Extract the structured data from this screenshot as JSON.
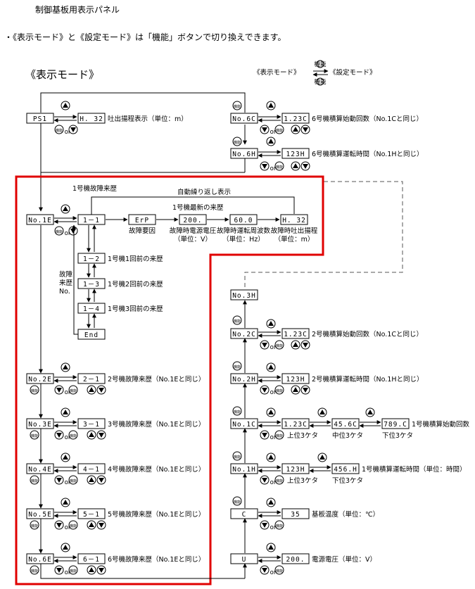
{
  "header": {
    "title": "制御基板用表示パネル",
    "note": "・《表示モード》と《設定モード》は「機能」ボタンで切り換えできます。"
  },
  "modes": {
    "display_title": "《表示モード》",
    "display": "《表示モード》",
    "setting": "《設定モード》",
    "func_key": "機能"
  },
  "common": {
    "or": "or"
  },
  "top_left": {
    "ps1": "PS1",
    "h32": "H. 32",
    "h32_desc": "吐出揚程表示（単位：m）"
  },
  "right_top": {
    "no6c": "No.6C",
    "v6c": "1.23C",
    "d6c": "6号機積算始動回数（No.1Cと同じ）",
    "no6h": "No.6H",
    "v6h": "123H",
    "d6h": "6号機積算運転時間（No.1Hと同じ）"
  },
  "fault": {
    "no1e": "No.1E",
    "h11": "1－1",
    "erp": "ErP",
    "erp_lbl": "故障要因",
    "v200": "200.",
    "v200_lbl": "故障時電源電圧",
    "v200_unit": "（単位：V）",
    "v600": "60.0",
    "v600_lbl": "故障時運転周波数",
    "v600_unit": "（単位：Hz）",
    "h32": "H. 32",
    "h32_lbl": "故障時吐出揚程",
    "h32_unit": "（単位：m）",
    "unit_fault": "1号機故障来歴",
    "auto_repeat": "自動繰り返し表示",
    "latest": "1号機最新の来歴",
    "h12": "1－2",
    "d12": "1号機1回前の来歴",
    "h13": "1－3",
    "d13": "1号機2回前の来歴",
    "h14": "1－4",
    "d14": "1号機3回前の来歴",
    "end": "End",
    "side1": "故障",
    "side2": "来歴",
    "side3": "No."
  },
  "fault_rows": [
    {
      "no": "No.2E",
      "v": "2－1",
      "d": "2号機故障来歴（No.1Eと同じ）"
    },
    {
      "no": "No.3E",
      "v": "3－1",
      "d": "3号機故障来歴（No.1Eと同じ）"
    },
    {
      "no": "No.4E",
      "v": "4－1",
      "d": "4号機故障来歴（No.1Eと同じ）"
    },
    {
      "no": "No.5E",
      "v": "5－1",
      "d": "5号機故障来歴（No.1Eと同じ）"
    },
    {
      "no": "No.6E",
      "v": "6－1",
      "d": "6号機故障来歴（No.1Eと同じ）"
    }
  ],
  "right": {
    "no3h": "No.3H",
    "no2c": "No.2C",
    "v2c": "1.23C",
    "d2c": "2号機積算始動回数（No.1Cと同じ）",
    "no2h": "No.2H",
    "v2h": "123H",
    "d2h": "2号機積算運転時間（No.1Hと同じ）",
    "no1c": "No.1C",
    "c1": "1.23C",
    "c2": "45.6C",
    "c3": "789.C",
    "c_desc": "1号機積算始動回数",
    "c_hi": "上位3ケタ",
    "c_mid": "中位3ケタ",
    "c_lo": "下位3ケタ",
    "no1h": "No.1H",
    "h1": "123H",
    "h2": "456.H",
    "h_desc": "1号機積算運転時間（単位：時間）",
    "h_hi": "上位3ケタ",
    "h_lo": "下位3ケタ",
    "c": "C",
    "c_val": "35",
    "c_val_desc": "基板温度（単位：℃）",
    "u": "U",
    "u_val": "200.",
    "u_val_desc": "電源電圧（単位：V）"
  },
  "colors": {
    "highlight": "#e00000",
    "line": "#000000",
    "dashed": "#555555"
  }
}
